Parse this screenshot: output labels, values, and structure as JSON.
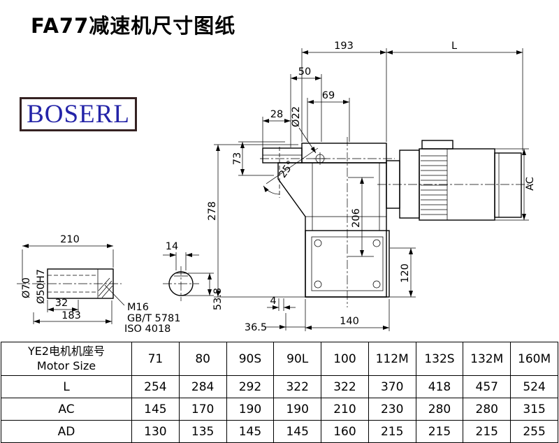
{
  "title": "FA77减速机尺寸图纸",
  "logo": {
    "text": "BOSERL"
  },
  "drawing": {
    "dims": {
      "w193": "193",
      "len_l": "L",
      "w50": "50",
      "w69": "69",
      "dia22": "Ø22",
      "w28": "28",
      "h73": "73",
      "ang25": "25°",
      "h278": "278",
      "h206": "206",
      "ac": "AC",
      "h120": "120",
      "g4": "4",
      "w36_5": "36.5",
      "w140": "140",
      "l210": "210",
      "k14": "14",
      "dia70": "Ø70",
      "dia50h7": "Ø50H7",
      "l32": "32",
      "l183": "183",
      "thread": "M16",
      "std1": "GB/T 5781",
      "std2": "ISO 4018",
      "k53_8": "53.8"
    }
  },
  "table": {
    "header": {
      "line1": "YE2电机机座号",
      "line2": "Motor Size"
    },
    "sizes": [
      "71",
      "80",
      "90S",
      "90L",
      "100",
      "112M",
      "132S",
      "132M",
      "160M"
    ],
    "rows": [
      {
        "label": "L",
        "values": [
          "254",
          "284",
          "292",
          "322",
          "322",
          "370",
          "418",
          "457",
          "524"
        ]
      },
      {
        "label": "AC",
        "values": [
          "145",
          "170",
          "190",
          "190",
          "210",
          "230",
          "280",
          "280",
          "315"
        ]
      },
      {
        "label": "AD",
        "values": [
          "130",
          "135",
          "145",
          "145",
          "160",
          "215",
          "215",
          "215",
          "255"
        ]
      }
    ]
  },
  "colors": {
    "logo_text": "#2424a8",
    "logo_border": "#352222",
    "line": "#000000"
  }
}
